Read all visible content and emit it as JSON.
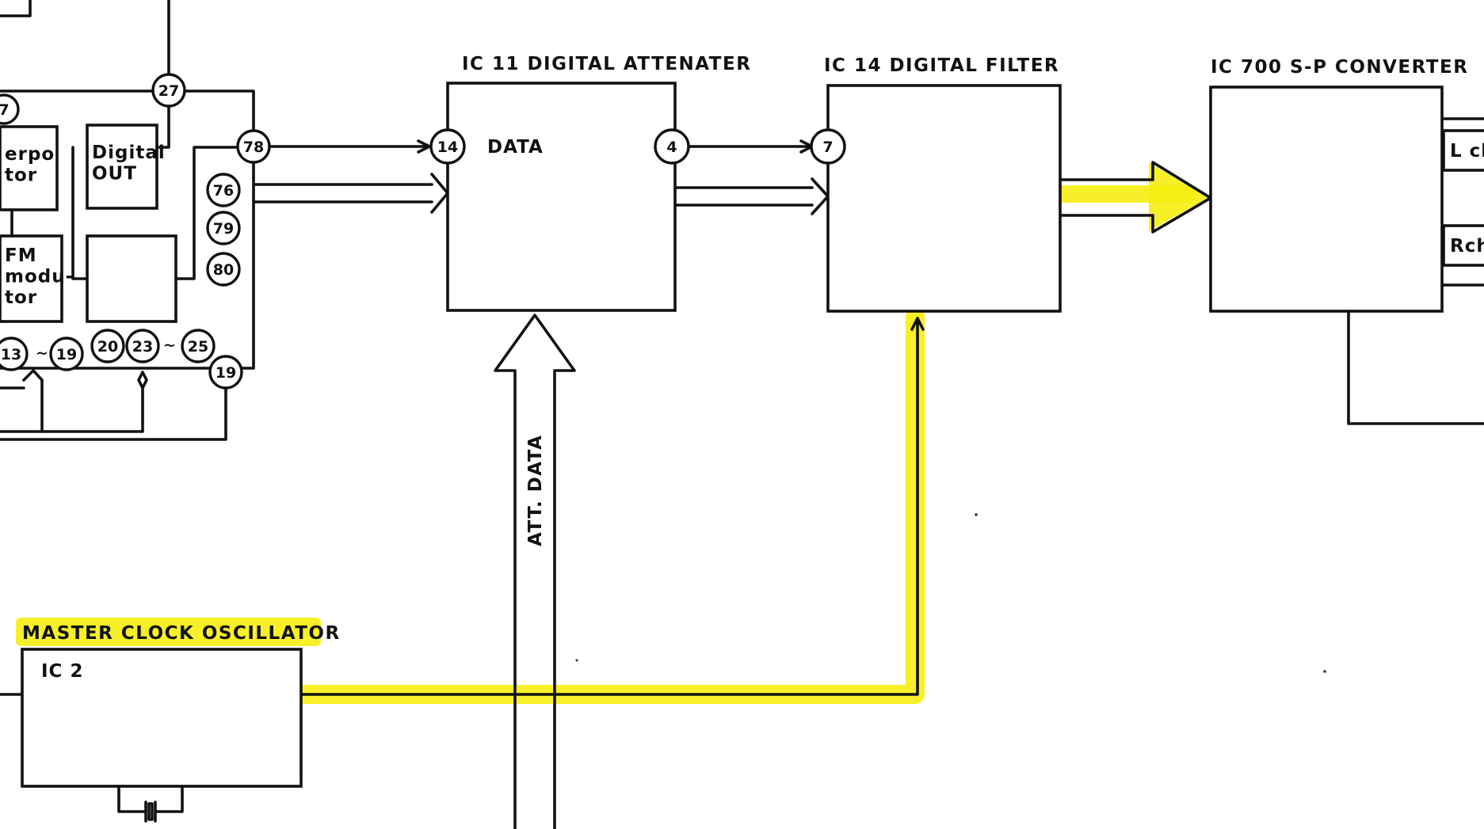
{
  "blocks": {
    "ic11": {
      "title": "IC 11   DIGITAL ATTENATER",
      "inner_label": "DATA",
      "pin_in": "14",
      "pin_out": "4"
    },
    "ic14": {
      "title": "IC 14    DIGITAL  FILTER",
      "pin_in": "7"
    },
    "ic700": {
      "title": "IC 700   S-P CONVERTER",
      "out_l": "L ch",
      "out_r": "Rch"
    },
    "oscillator": {
      "title": "MASTER CLOCK OSCILLATOR",
      "ic": "IC 2"
    },
    "left_block": {
      "interpolator": "erpo\ntor",
      "digital_out": "Digital\nOUT",
      "fm_demod": "FM\nmodu-\ntor"
    }
  },
  "att_data_label": "ATT. DATA",
  "pins": {
    "p27": "27",
    "p78": "78",
    "p76": "76",
    "p79": "79",
    "p80": "80",
    "p13": "13",
    "p19a": "19",
    "p20": "20",
    "p23": "23",
    "p25": "25",
    "p19b": "19",
    "p7left": "7"
  },
  "tilde": "~",
  "highlight_color": "#f6ee12"
}
